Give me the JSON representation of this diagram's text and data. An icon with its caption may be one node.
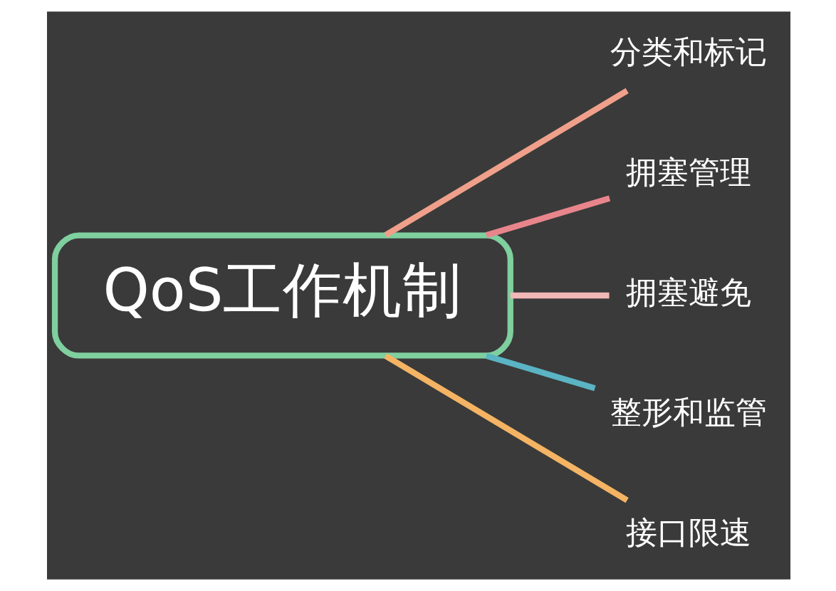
{
  "diagram": {
    "nodes": [
      {
        "text": [
          "QoS工作机制"
        ]
      },
      {
        "text": [
          "分类和标记"
        ]
      },
      {
        "text": [
          "拥塞管理"
        ]
      },
      {
        "text": [
          "拥塞避免"
        ]
      },
      {
        "text": [
          "整形和监管"
        ]
      },
      {
        "text": [
          "接口限速"
        ]
      }
    ],
    "edges": [
      {
        "from": 0,
        "to": 1,
        "arrow": "none",
        "color": "#f0a08a"
      },
      {
        "from": 0,
        "to": 2,
        "arrow": "none",
        "color": "#e8858c"
      },
      {
        "from": 0,
        "to": 3,
        "arrow": "none",
        "color": "#f2b8b8"
      },
      {
        "from": 0,
        "to": 4,
        "arrow": "none",
        "color": "#5ab4c4"
      },
      {
        "from": 0,
        "to": 5,
        "arrow": "none",
        "color": "#f4b464"
      }
    ]
  }
}
